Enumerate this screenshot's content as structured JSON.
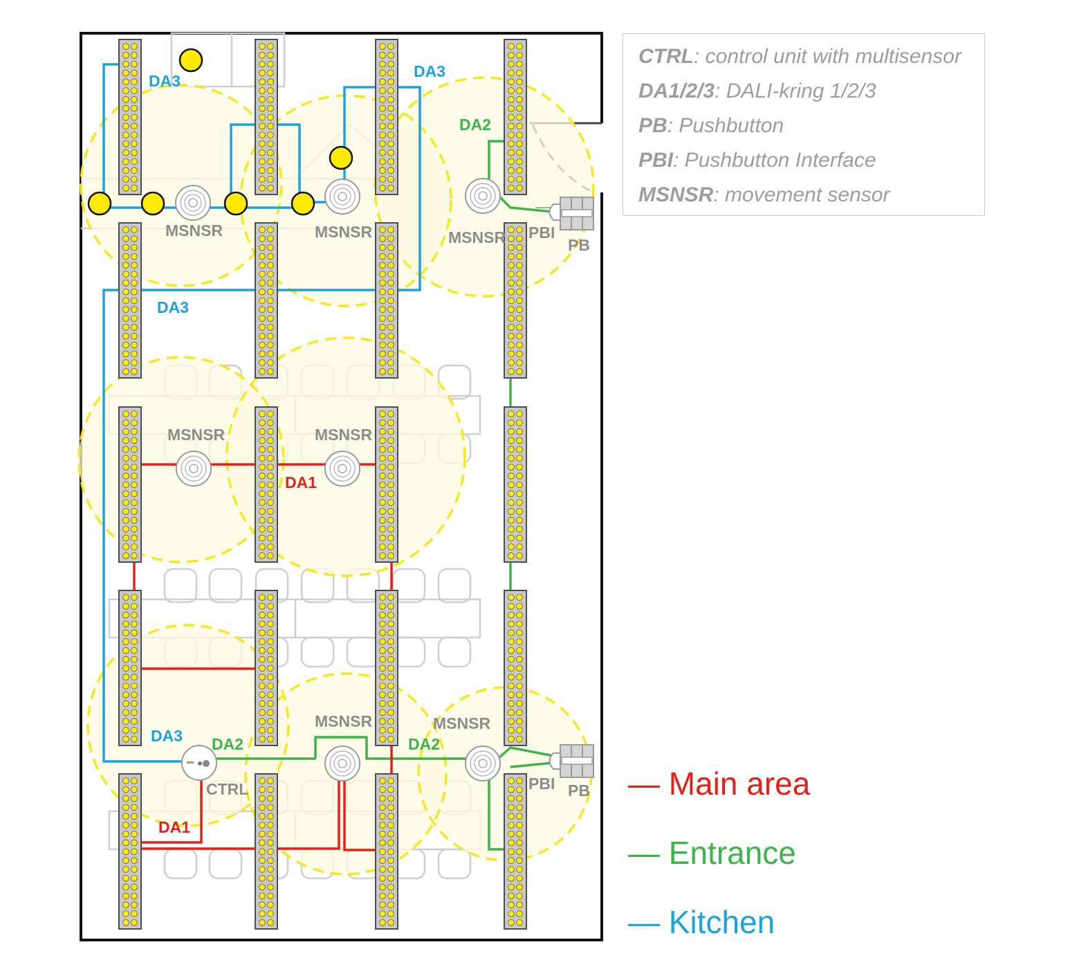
{
  "diagram": {
    "labels": {
      "da1": "DA1",
      "da2": "DA2",
      "da3": "DA3",
      "msnsr": "MSNSR",
      "pbi": "PBI",
      "pb": "PB",
      "ctrl": "CTRL"
    },
    "colors": {
      "main_area": "#e32119",
      "entrance": "#3bb44a",
      "kitchen": "#1ca2dc",
      "sensor_zone_fill": "#fdfbe1",
      "sensor_zone_stroke": "#f7e620",
      "luminaire_dot": "#ffeb00",
      "wall": "#111111",
      "sensor_label": "#8c8c8c"
    }
  },
  "legend": {
    "items": [
      {
        "abbr": "CTRL",
        "text": ": control unit with multisensor"
      },
      {
        "abbr": "DA1/2/3",
        "text": ": DALI-kring 1/2/3"
      },
      {
        "abbr": "PB",
        "text": ": Pushbutton"
      },
      {
        "abbr": "PBI",
        "text": ": Pushbutton Interface"
      },
      {
        "abbr": "MSNSR",
        "text": ": movement sensor"
      }
    ]
  },
  "circuits": {
    "main_area": "— Main area",
    "entrance": "— Entrance",
    "kitchen": "— Kitchen"
  }
}
